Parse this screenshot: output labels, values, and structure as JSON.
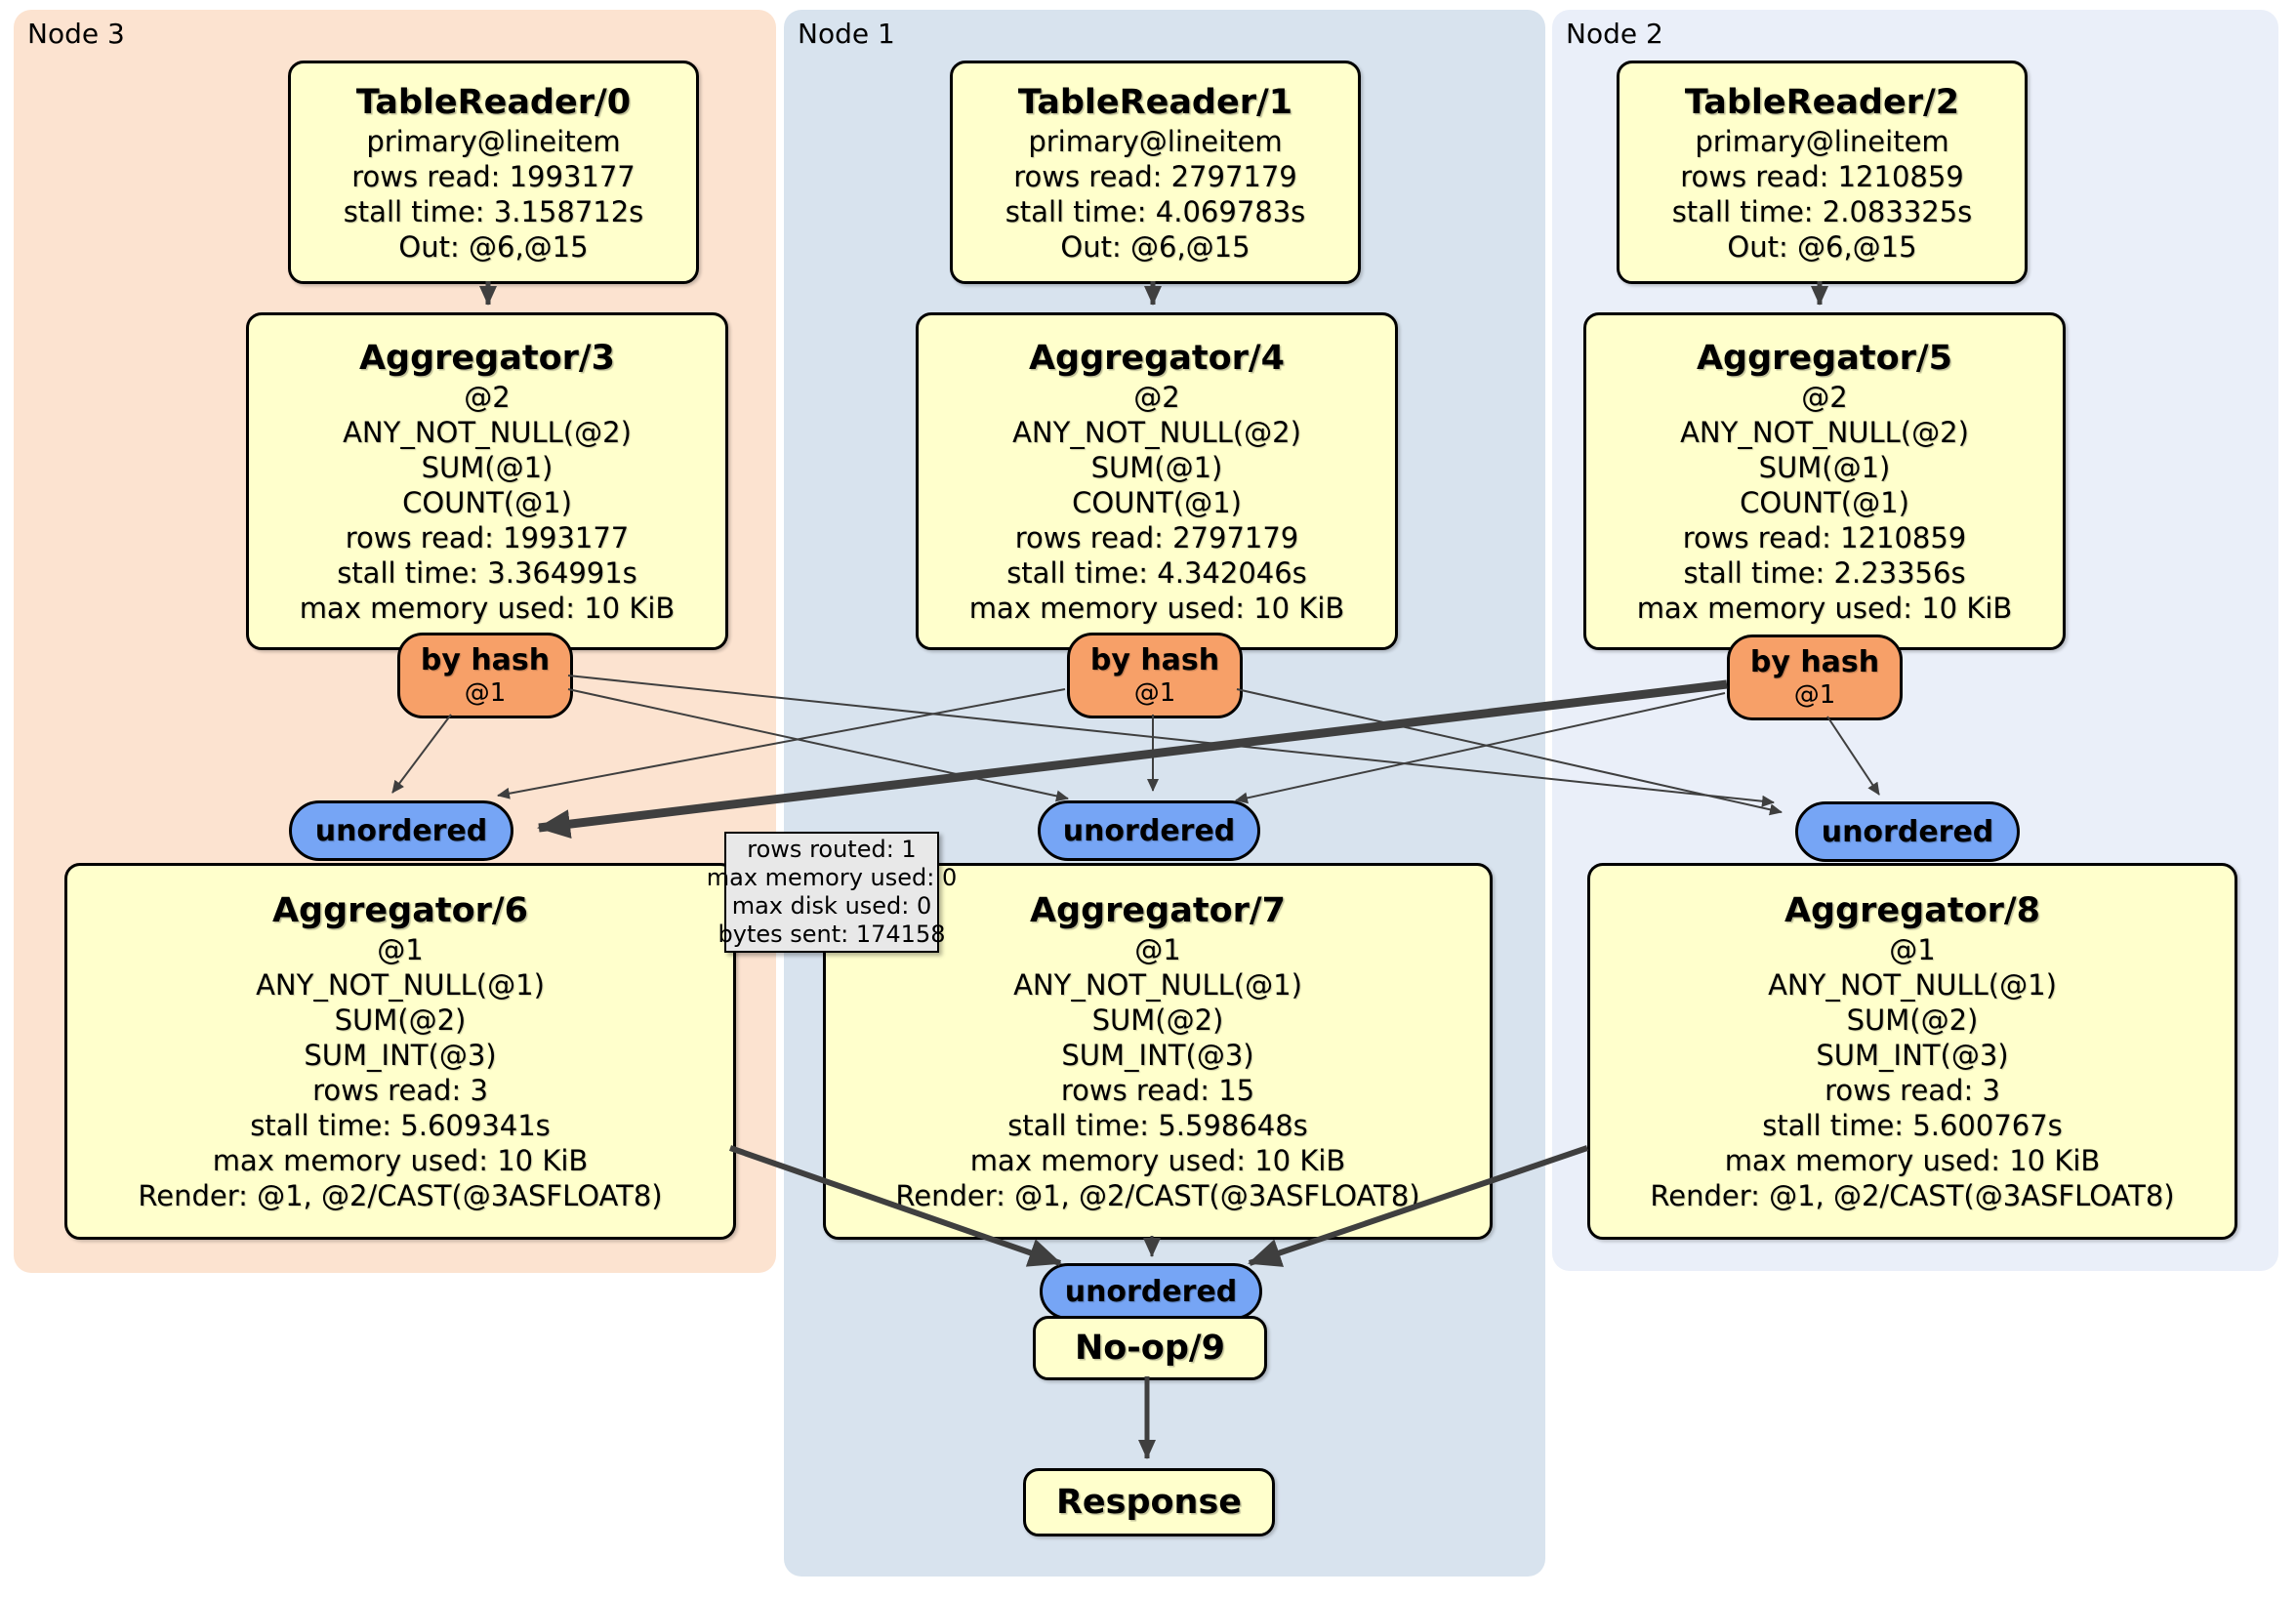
{
  "regions": [
    {
      "label": "Node 3"
    },
    {
      "label": "Node 1"
    },
    {
      "label": "Node 2"
    }
  ],
  "shared": {
    "router_label": "by hash",
    "router_sub": "@1",
    "sync_label": "unordered"
  },
  "processors": {
    "tr0": {
      "title": "TableReader/0",
      "lines": [
        "primary@lineitem",
        "rows read: 1993177",
        "stall time: 3.158712s",
        "Out: @6,@15"
      ]
    },
    "tr1": {
      "title": "TableReader/1",
      "lines": [
        "primary@lineitem",
        "rows read: 2797179",
        "stall time: 4.069783s",
        "Out: @6,@15"
      ]
    },
    "tr2": {
      "title": "TableReader/2",
      "lines": [
        "primary@lineitem",
        "rows read: 1210859",
        "stall time: 2.083325s",
        "Out: @6,@15"
      ]
    },
    "agg3": {
      "title": "Aggregator/3",
      "lines": [
        "@2",
        "ANY_NOT_NULL(@2)",
        "SUM(@1)",
        "COUNT(@1)",
        "rows read: 1993177",
        "stall time: 3.364991s",
        "max memory used: 10 KiB"
      ]
    },
    "agg4": {
      "title": "Aggregator/4",
      "lines": [
        "@2",
        "ANY_NOT_NULL(@2)",
        "SUM(@1)",
        "COUNT(@1)",
        "rows read: 2797179",
        "stall time: 4.342046s",
        "max memory used: 10 KiB"
      ]
    },
    "agg5": {
      "title": "Aggregator/5",
      "lines": [
        "@2",
        "ANY_NOT_NULL(@2)",
        "SUM(@1)",
        "COUNT(@1)",
        "rows read: 1210859",
        "stall time: 2.23356s",
        "max memory used: 10 KiB"
      ]
    },
    "agg6": {
      "title": "Aggregator/6",
      "lines": [
        "@1",
        "ANY_NOT_NULL(@1)",
        "SUM(@2)",
        "SUM_INT(@3)",
        "rows read: 3",
        "stall time: 5.609341s",
        "max memory used: 10 KiB",
        "Render: @1, @2/CAST(@3ASFLOAT8)"
      ]
    },
    "agg7": {
      "title": "Aggregator/7",
      "lines": [
        "@1",
        "ANY_NOT_NULL(@1)",
        "SUM(@2)",
        "SUM_INT(@3)",
        "rows read: 15",
        "stall time: 5.598648s",
        "max memory used: 10 KiB",
        "Render: @1, @2/CAST(@3ASFLOAT8)"
      ]
    },
    "agg8": {
      "title": "Aggregator/8",
      "lines": [
        "@1",
        "ANY_NOT_NULL(@1)",
        "SUM(@2)",
        "SUM_INT(@3)",
        "rows read: 3",
        "stall time: 5.600767s",
        "max memory used: 10 KiB",
        "Render: @1, @2/CAST(@3ASFLOAT8)"
      ]
    },
    "noop9": {
      "title": "No-op/9"
    },
    "response": {
      "title": "Response"
    }
  },
  "tooltip": {
    "lines": [
      "rows routed: 1",
      "max memory used: 0",
      "max disk used: 0",
      "bytes sent: 174158"
    ]
  },
  "colors": {
    "processor_box": "#FFFFCC",
    "router": "#F7A068",
    "sync": "#76A5F5",
    "node3_bg": "#FCE3D0",
    "node1_bg": "#D8E3EE",
    "node2_bg": "#EAEFF9",
    "edge": "#3F3F3F",
    "tooltip_bg": "#E8E8E8"
  }
}
